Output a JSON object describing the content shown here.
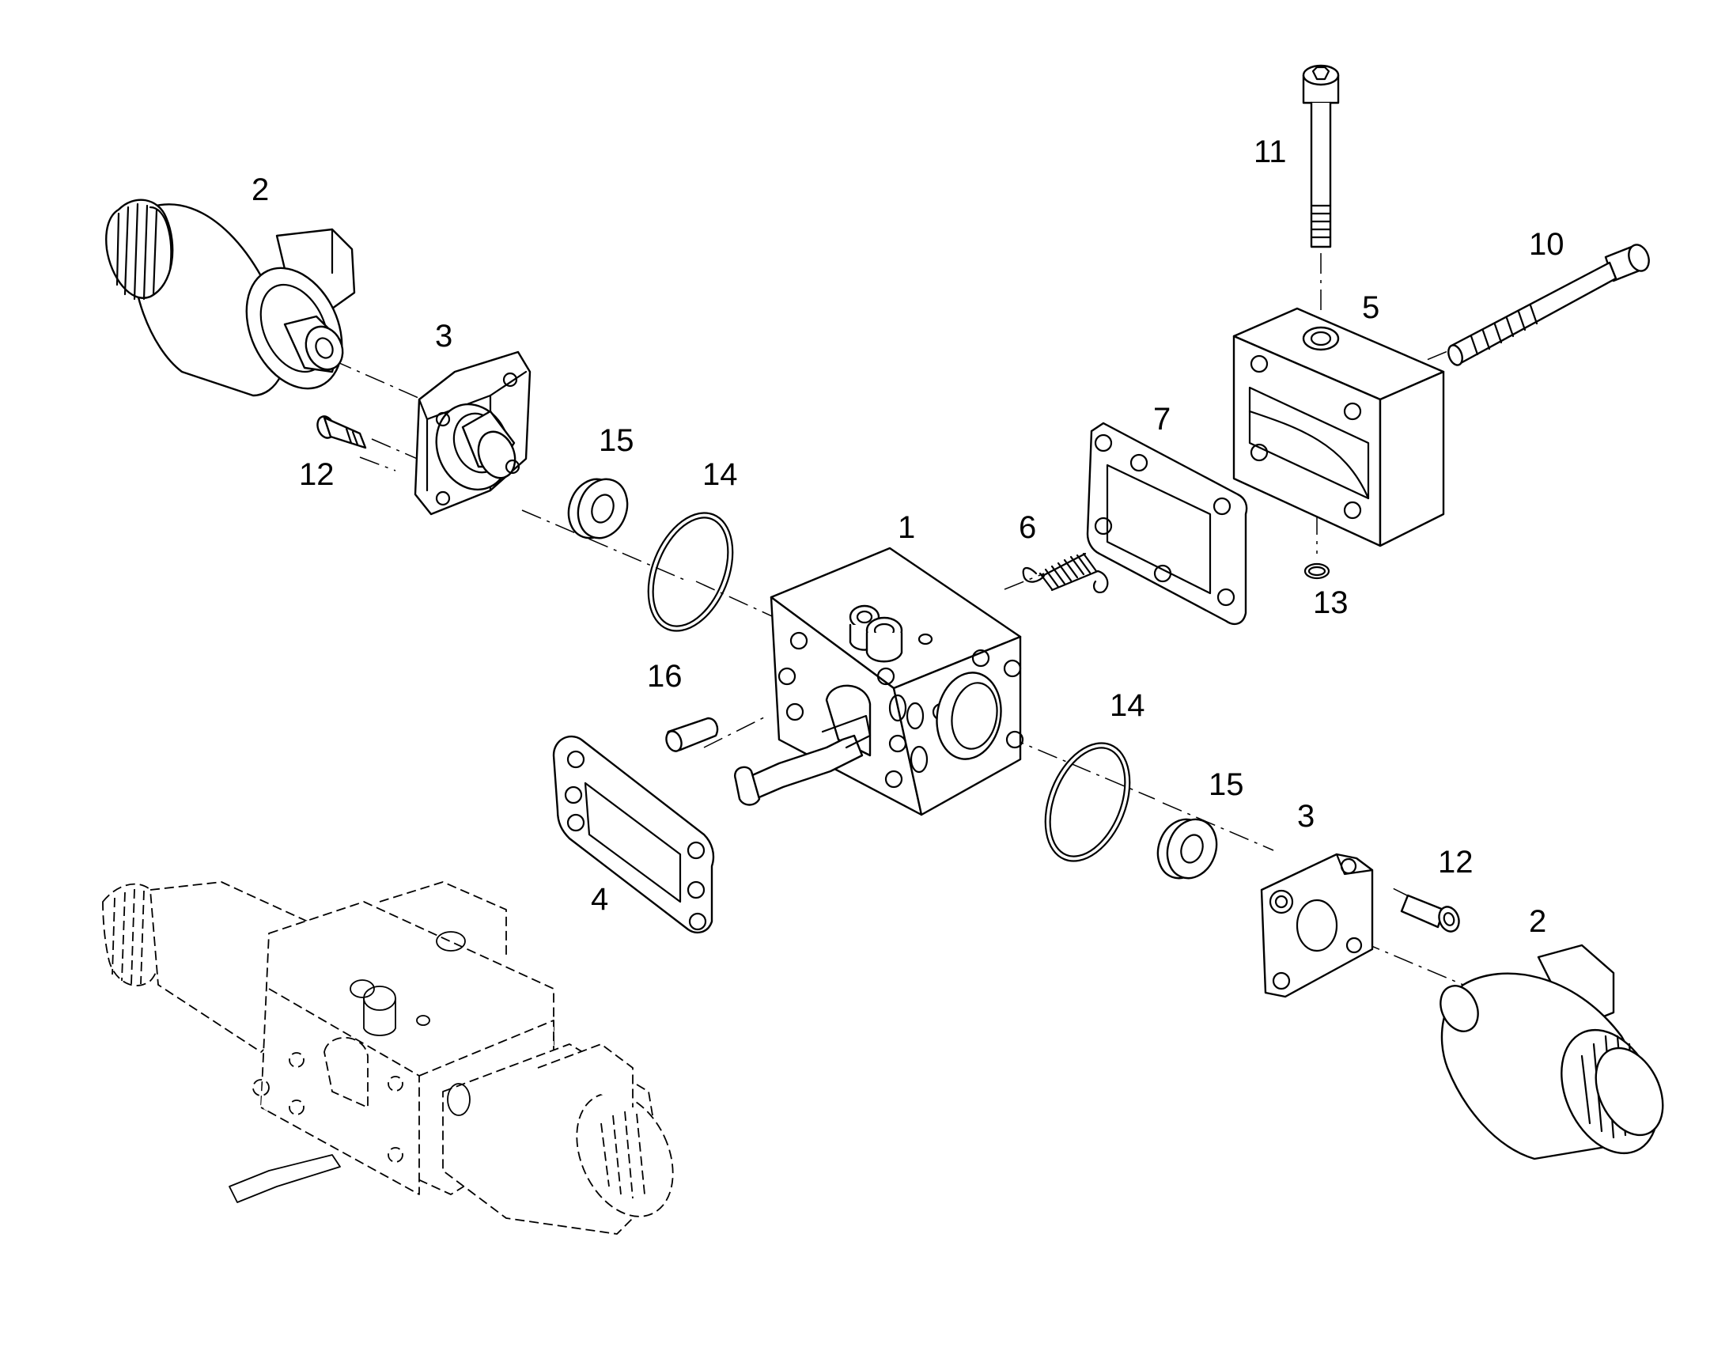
{
  "diagram": {
    "type": "exploded-parts-view",
    "callouts": {
      "solenoid_left": "2",
      "cover_left": "3",
      "screw_left": "12",
      "washer_left": "15",
      "oring_left": "14",
      "valve_body": "1",
      "spring": "6",
      "gasket_top": "7",
      "end_block": "5",
      "bolt_vertical": "11",
      "bolt_horizontal": "10",
      "small_oring": "13",
      "pin": "16",
      "oring_right": "14",
      "washer_right": "15",
      "gasket_bottom": "4",
      "cover_right": "3",
      "screw_right": "12",
      "solenoid_right": "2"
    }
  }
}
